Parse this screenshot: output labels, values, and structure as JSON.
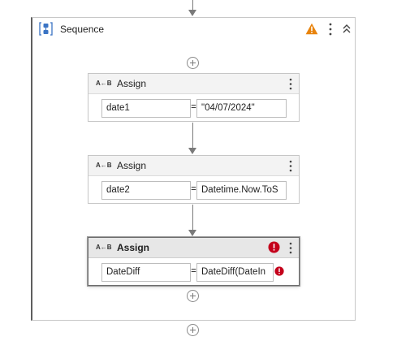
{
  "sequence": {
    "title": "Sequence",
    "icon": "sequence-icon",
    "warning_icon": "warning-triangle-icon",
    "menu_icon": "vertical-ellipsis-icon",
    "collapse_icon": "double-chevron-up-icon"
  },
  "activities": [
    {
      "icon_text": "A←B",
      "title": "Assign",
      "to": "date1",
      "equals": "=",
      "value": "\"04/07/2024\"",
      "selected": false,
      "has_error": false
    },
    {
      "icon_text": "A←B",
      "title": "Assign",
      "to": "date2",
      "equals": "=",
      "value": "Datetime.Now.ToS",
      "selected": false,
      "has_error": false
    },
    {
      "icon_text": "A←B",
      "title": "Assign",
      "to": "DateDiff",
      "equals": "=",
      "value": "DateDiff(DateIn",
      "selected": true,
      "has_error": true
    }
  ],
  "colors": {
    "warning": "#e8830c",
    "error": "#c4001b",
    "connector": "#7a7a7a",
    "selected_border": "#6d6d6d"
  }
}
